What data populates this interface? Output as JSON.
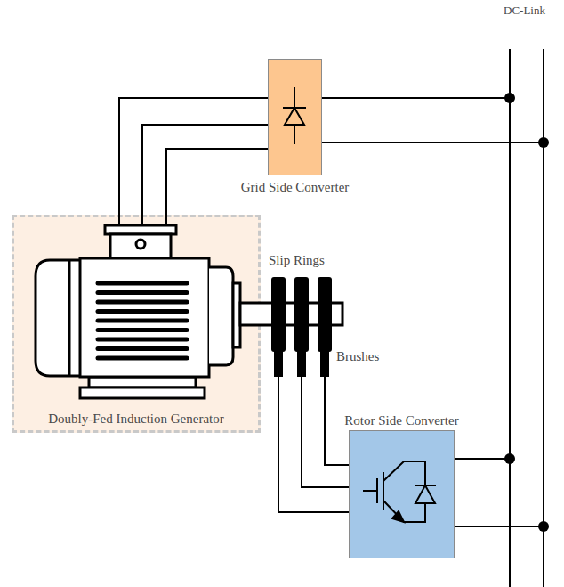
{
  "diagram": {
    "nodes": [
      {
        "text": [
          "Grid Side Converter"
        ]
      },
      {
        "text": [
          "Doubly-Fed Induction Generator"
        ]
      },
      {
        "text": [
          "Rotor Side Converter"
        ]
      }
    ],
    "edges": [
      {
        "from": 1,
        "to": 0,
        "arrow": "none"
      },
      {
        "from": 1,
        "to": 2,
        "arrow": "none"
      }
    ],
    "labels": [
      "DC-Link",
      "Slip Rings",
      "Brushes"
    ]
  }
}
